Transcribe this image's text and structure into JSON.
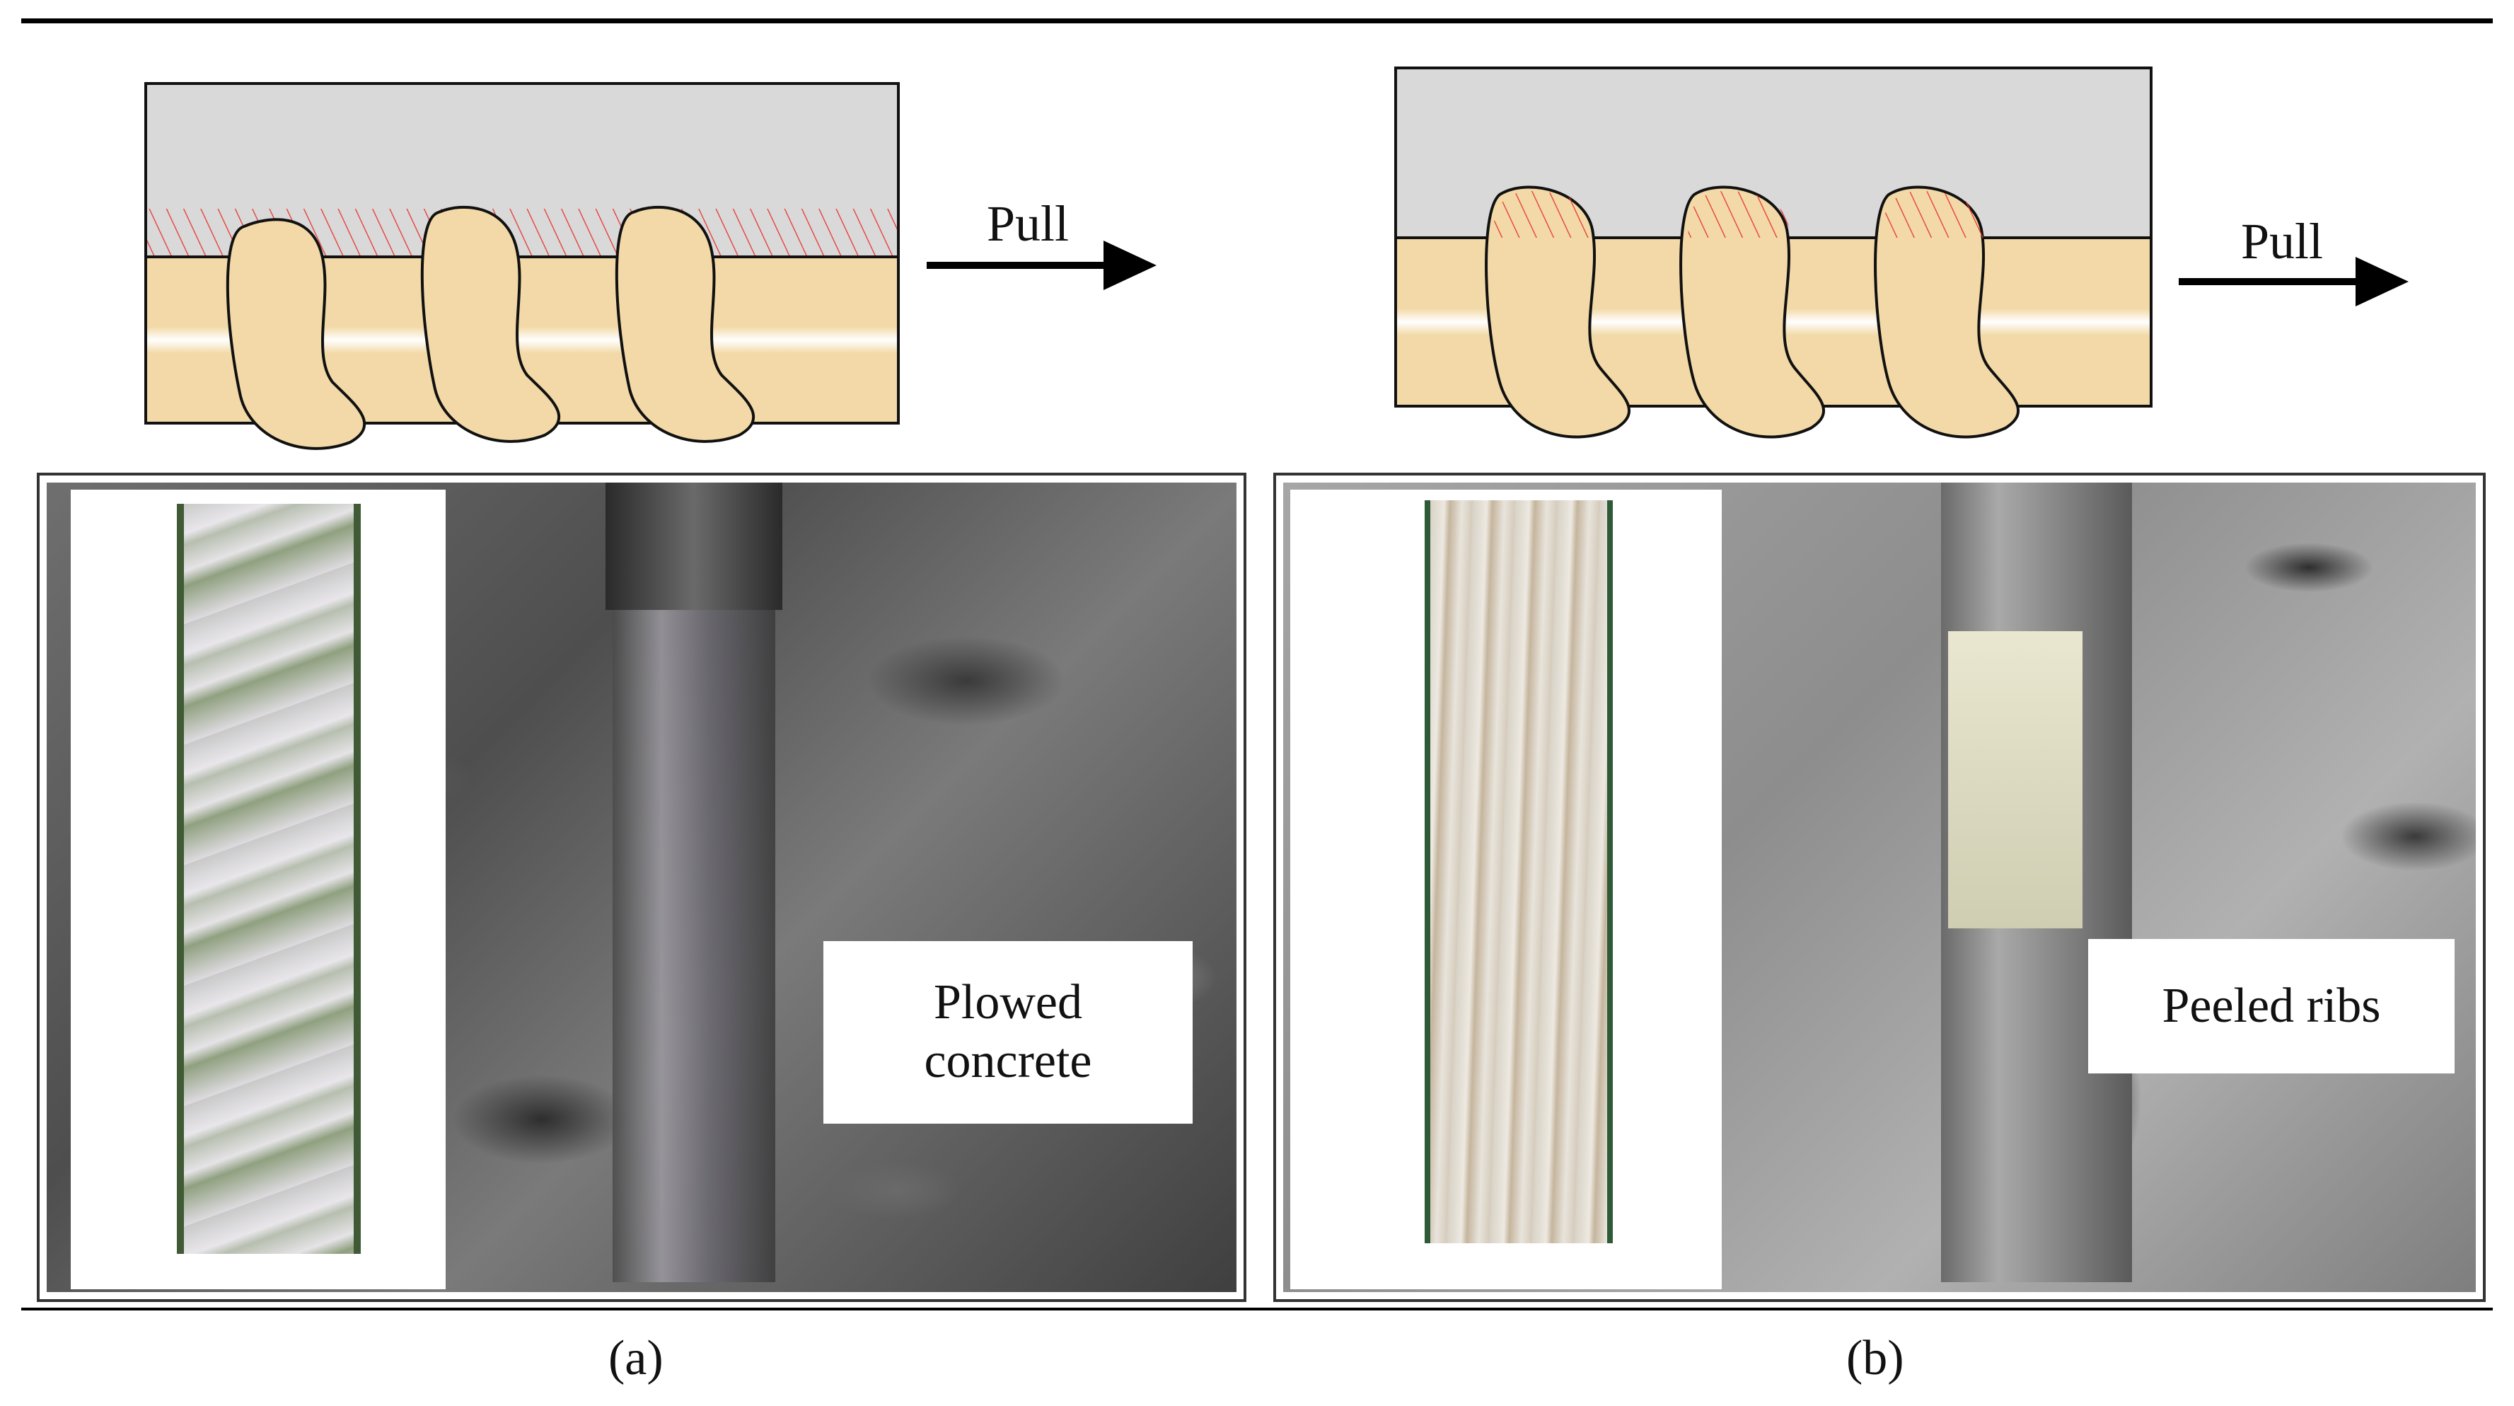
{
  "figure": {
    "panel_a": {
      "pull_label": "Pull",
      "photo_label": "Plowed concrete",
      "caption": "(a)"
    },
    "panel_b": {
      "pull_label": "Pull",
      "photo_label": "Peeled ribs",
      "caption": "(b)"
    }
  },
  "colors": {
    "concrete": "#d9d9d9",
    "bar": "#f2d9a7",
    "hatch": "#e8302a",
    "outline": "#111111"
  }
}
